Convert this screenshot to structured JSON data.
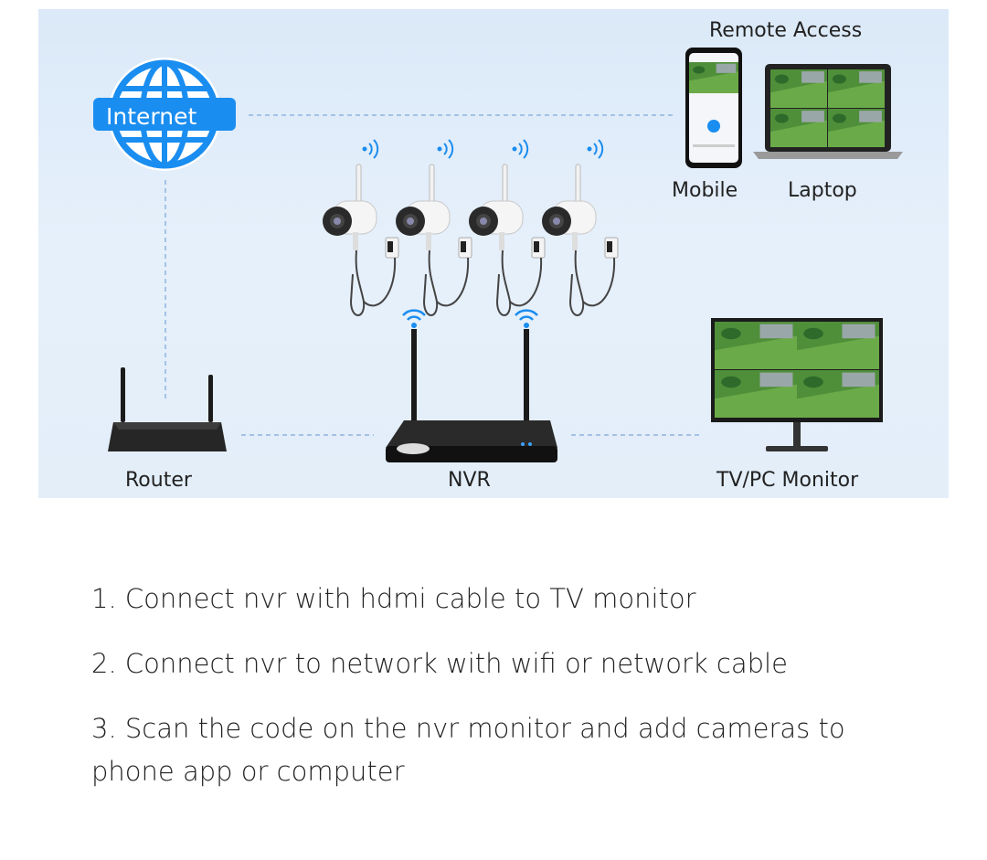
{
  "diagram": {
    "labels": {
      "internet": "Internet",
      "remote_access": "Remote Access",
      "mobile": "Mobile",
      "laptop": "Laptop",
      "router": "Router",
      "nvr": "NVR",
      "monitor": "TV/PC Monitor"
    },
    "colors": {
      "internet_blue": "#1a8df0",
      "background": "#dde9f8",
      "device_black": "#1b1b1b"
    }
  },
  "steps": [
    "1. Connect nvr with hdmi cable to TV monitor",
    "2. Connect nvr to network with wifi or network cable",
    "3. Scan the code on the nvr monitor and add cameras to phone app or computer"
  ]
}
